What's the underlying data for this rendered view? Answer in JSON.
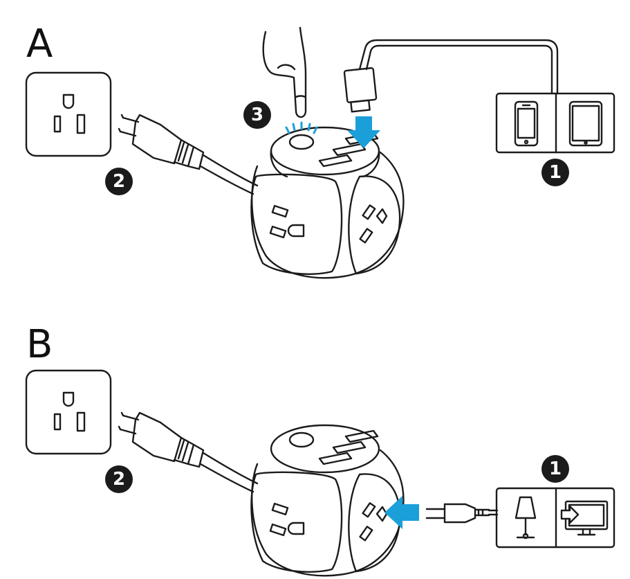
{
  "panels": {
    "a": {
      "letter": "A",
      "steps": {
        "device": "1",
        "plug": "2",
        "button": "3"
      }
    },
    "b": {
      "letter": "B",
      "steps": {
        "plug": "2",
        "appliance": "1"
      }
    }
  },
  "colors": {
    "arrow": "#1a9fd9",
    "line": "#1b1b1b",
    "glow": "#1a9fd9"
  },
  "icons": {
    "a": [
      "wall-outlet-icon",
      "plug-icon",
      "power-cube-icon",
      "hand-pointer-icon",
      "usb-connector-icon",
      "phone-icon",
      "tablet-icon"
    ],
    "b": [
      "wall-outlet-icon",
      "plug-icon",
      "power-cube-icon",
      "plug-icon",
      "lamp-icon",
      "monitor-icon"
    ]
  }
}
